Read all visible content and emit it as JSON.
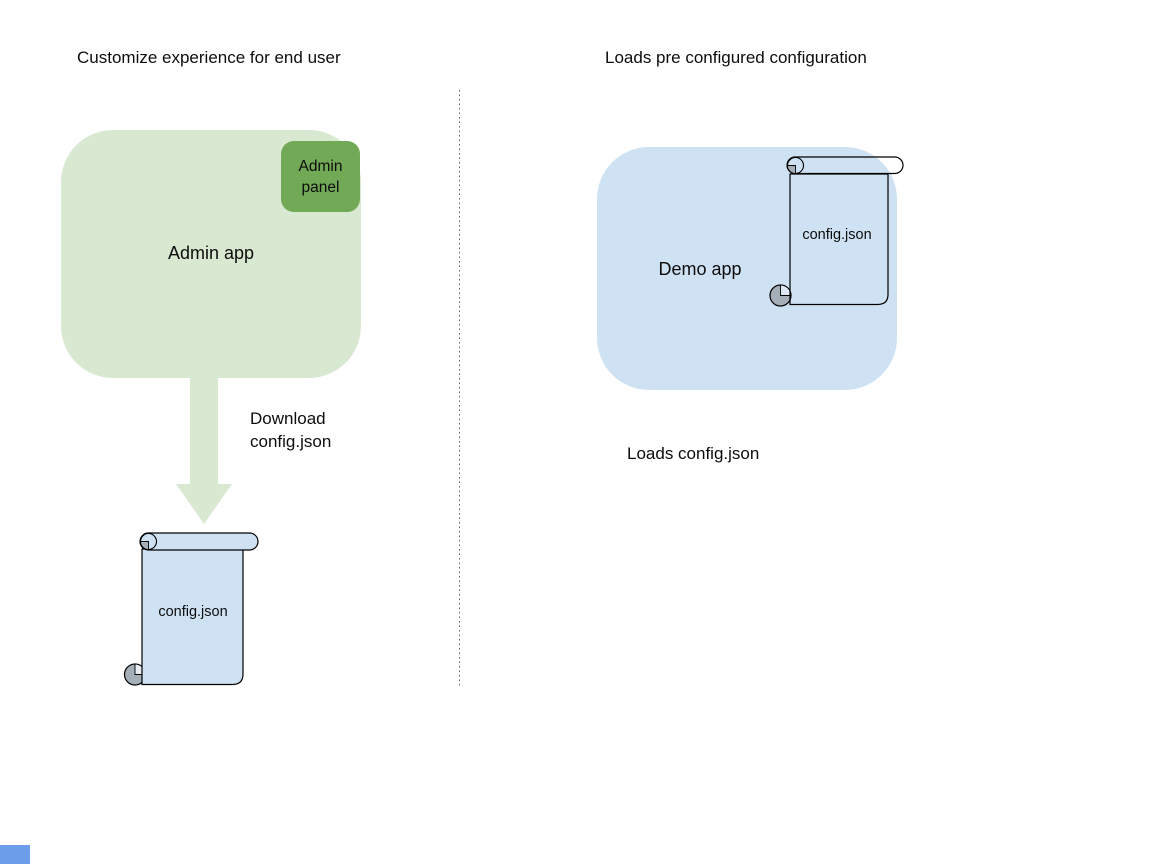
{
  "left": {
    "title": "Customize experience for end user",
    "admin_app_label": "Admin app",
    "admin_panel_label": "Admin panel",
    "arrow_label": "Download\nconfig.json",
    "config_label": "config.json"
  },
  "right": {
    "title": "Loads pre configured configuration",
    "demo_app_label": "Demo app",
    "config_label": "config.json",
    "caption": "Loads config.json"
  },
  "colors": {
    "admin_app_fill": "#d9e8d1",
    "admin_panel_fill": "#71a956",
    "arrow_fill": "#d9e8d1",
    "demo_app_fill": "#cfe2f3",
    "scroll_fill": "#cfe2f3",
    "curl_fill": "#a5afb8",
    "divider_color": "#666666",
    "corner_fill": "#6d9eeb"
  }
}
